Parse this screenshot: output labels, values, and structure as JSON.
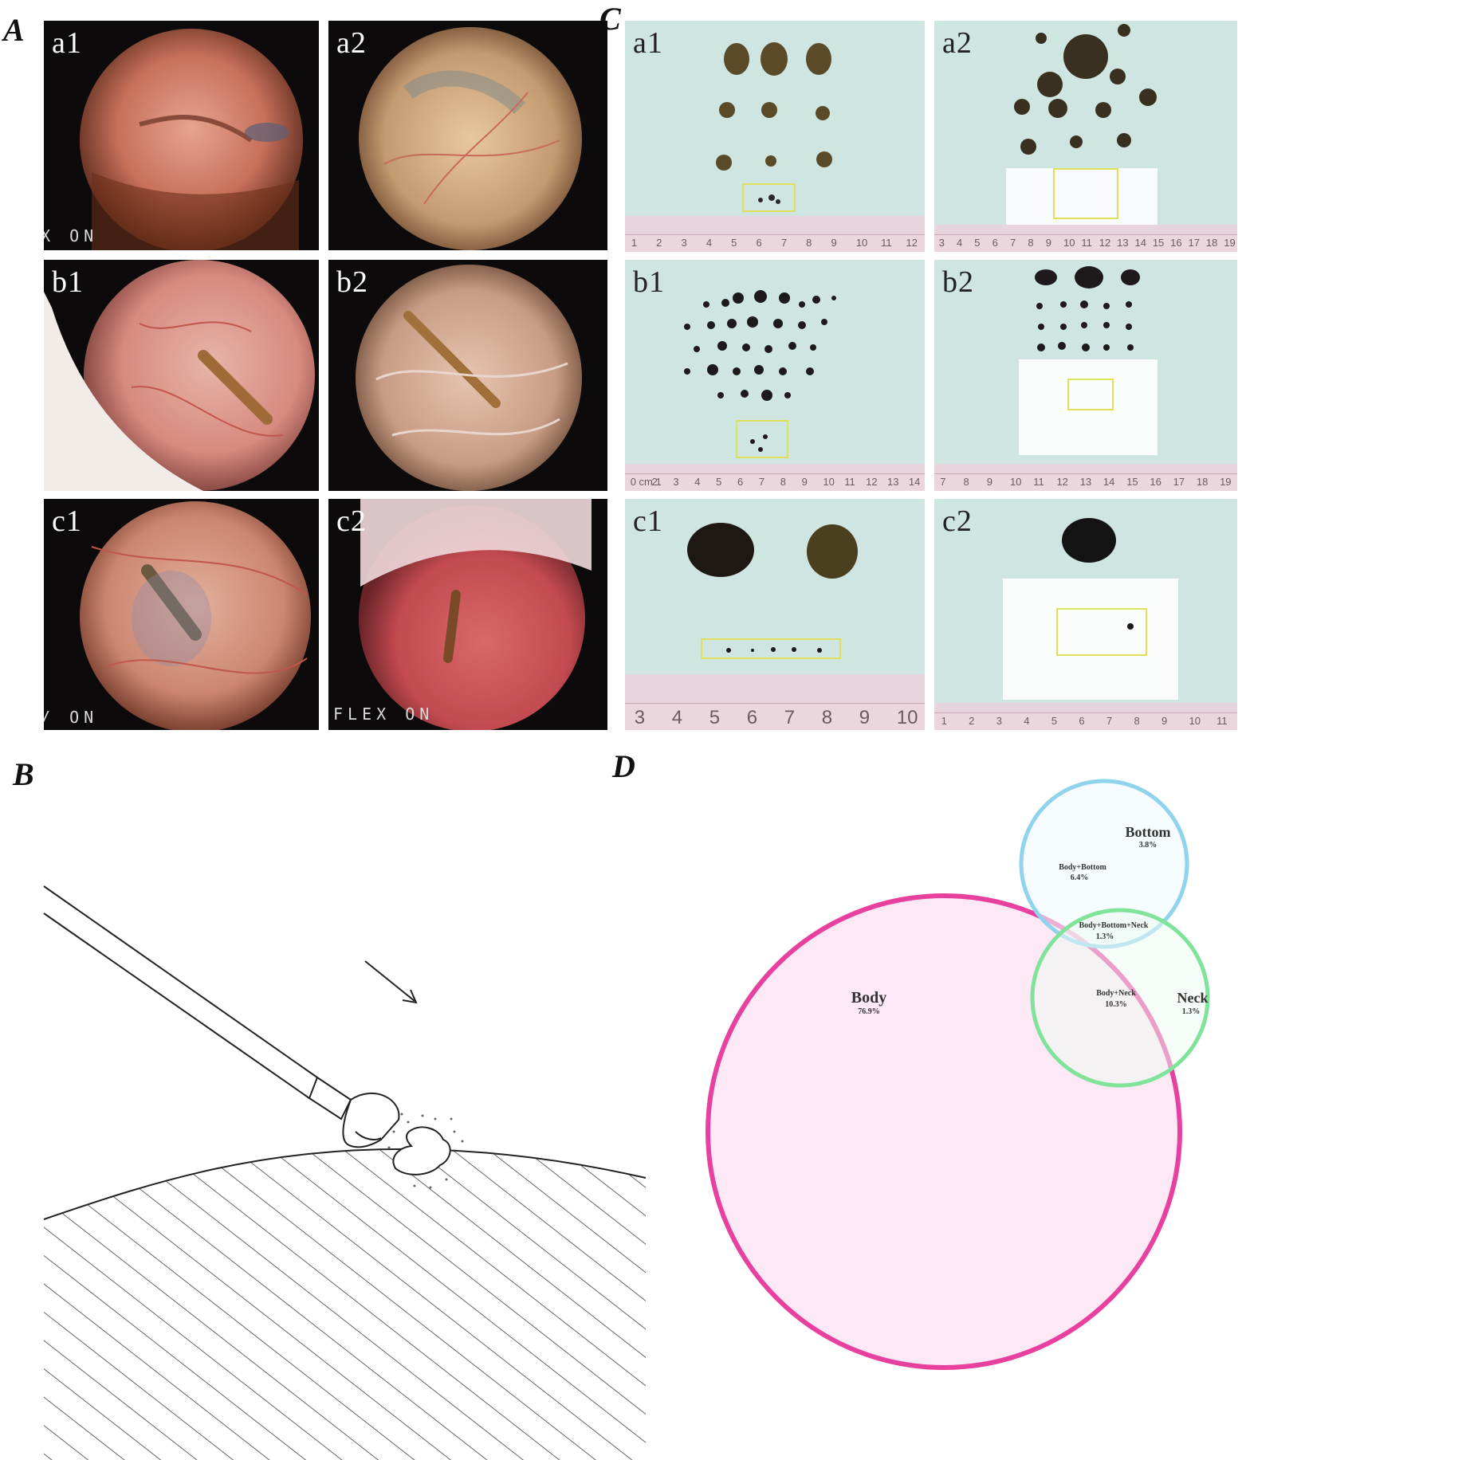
{
  "panels": {
    "A": {
      "letter": "A",
      "tiles": [
        {
          "label": "a1",
          "overlay": "X  ON"
        },
        {
          "label": "a2",
          "overlay": ""
        },
        {
          "label": "b1",
          "overlay": ""
        },
        {
          "label": "b2",
          "overlay": ""
        },
        {
          "label": "c1",
          "overlay": "/  ON"
        },
        {
          "label": "c2",
          "overlay": "FLEX  ON"
        }
      ]
    },
    "B": {
      "letter": "B"
    },
    "C": {
      "letter": "C",
      "tiles": [
        {
          "label": "a1",
          "ruler": [
            "1",
            "2",
            "3",
            "4",
            "5",
            "6",
            "7",
            "8",
            "9",
            "10",
            "11",
            "12"
          ]
        },
        {
          "label": "a2",
          "ruler": [
            "3",
            "4",
            "5",
            "6",
            "7",
            "8",
            "9",
            "10",
            "11",
            "12",
            "13",
            "14",
            "15",
            "16",
            "17",
            "18",
            "19"
          ]
        },
        {
          "label": "b1",
          "ruler": [
            "0 cm 1",
            "2",
            "3",
            "4",
            "5",
            "6",
            "7",
            "8",
            "9",
            "10",
            "11",
            "12",
            "13",
            "14"
          ]
        },
        {
          "label": "b2",
          "ruler": [
            "7",
            "8",
            "9",
            "10",
            "11",
            "12",
            "13",
            "14",
            "15",
            "16",
            "17",
            "18",
            "19"
          ]
        },
        {
          "label": "c1",
          "ruler": [
            "3",
            "4",
            "5",
            "6",
            "7",
            "8",
            "9",
            "10"
          ]
        },
        {
          "label": "c2",
          "ruler": [
            "1",
            "2",
            "3",
            "4",
            "5",
            "6",
            "7",
            "8",
            "9",
            "10",
            "11"
          ]
        }
      ]
    },
    "D": {
      "letter": "D",
      "venn": {
        "colors": {
          "body": "#e8409e",
          "bottom": "#8fd3ec",
          "neck": "#7fe39a",
          "body_fill": "#fde8f6",
          "bottom_fill": "#eef9fd",
          "neck_fill": "#eefcf1"
        },
        "regions": [
          {
            "name": "Body",
            "value": "76.9%"
          },
          {
            "name": "Bottom",
            "value": "3.8%"
          },
          {
            "name": "Neck",
            "value": "1.3%"
          },
          {
            "name": "Body+Bottom",
            "value": "6.4%"
          },
          {
            "name": "Body+Neck",
            "value": "10.3%"
          },
          {
            "name": "Body+Bottom+Neck",
            "value": "1.3%"
          }
        ]
      }
    }
  }
}
